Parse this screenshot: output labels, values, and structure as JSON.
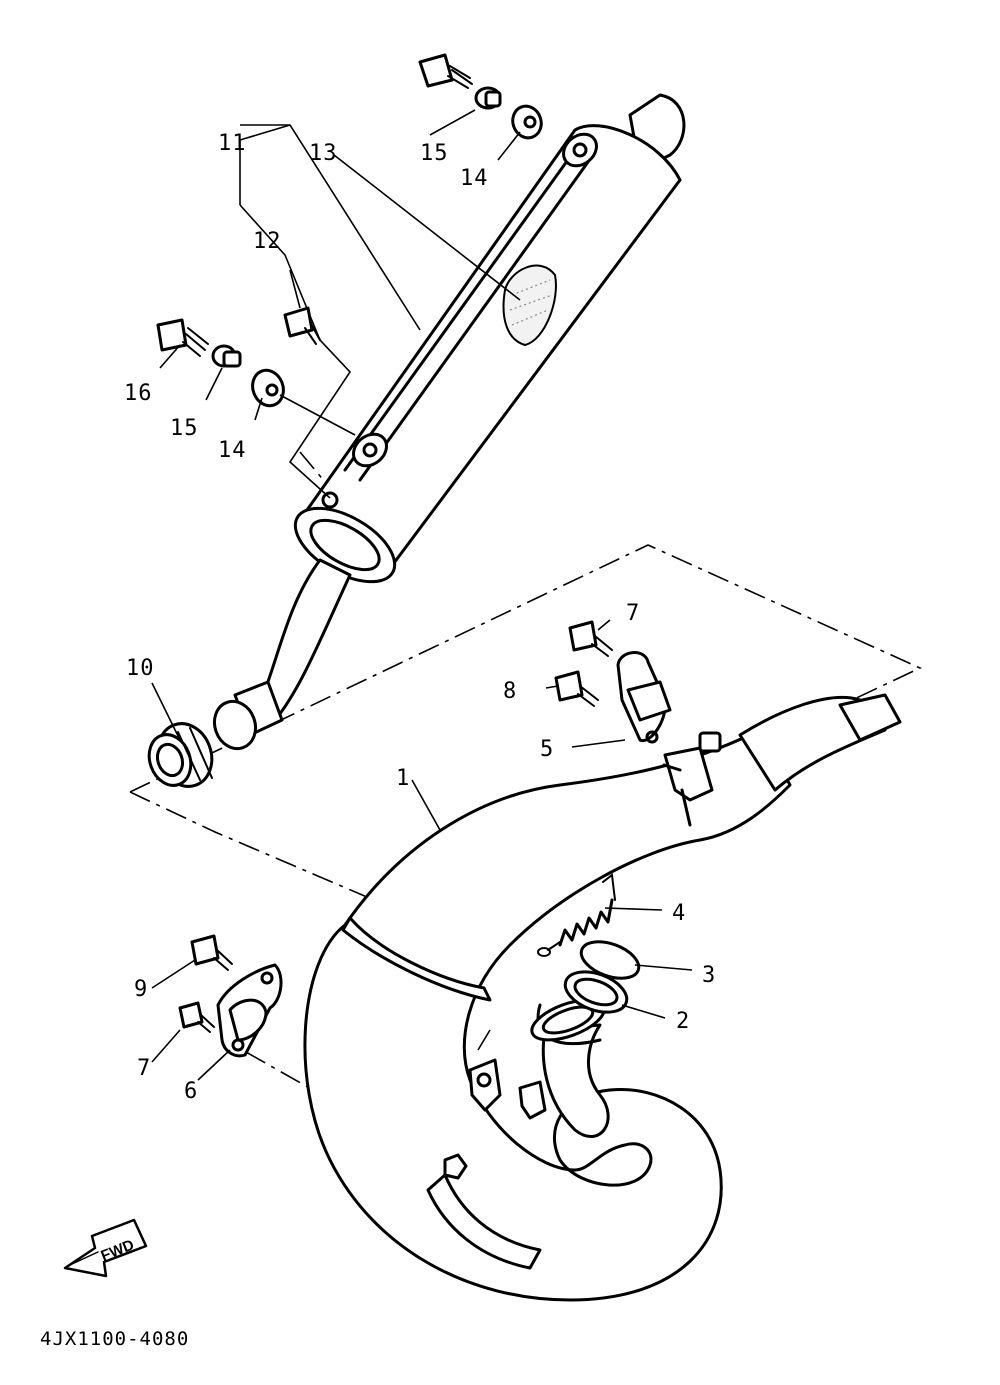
{
  "diagram": {
    "part_code": "4JX1100-4080",
    "direction_label": "FWD",
    "callouts": [
      {
        "id": "c1",
        "text": "1"
      },
      {
        "id": "c2",
        "text": "2"
      },
      {
        "id": "c3",
        "text": "3"
      },
      {
        "id": "c4",
        "text": "4"
      },
      {
        "id": "c5",
        "text": "5"
      },
      {
        "id": "c6",
        "text": "6"
      },
      {
        "id": "c7a",
        "text": "7"
      },
      {
        "id": "c7b",
        "text": "7"
      },
      {
        "id": "c8",
        "text": "8"
      },
      {
        "id": "c9",
        "text": "9"
      },
      {
        "id": "c10",
        "text": "10"
      },
      {
        "id": "c11",
        "text": "11"
      },
      {
        "id": "c12",
        "text": "12"
      },
      {
        "id": "c13",
        "text": "13"
      },
      {
        "id": "c14a",
        "text": "14"
      },
      {
        "id": "c14b",
        "text": "14"
      },
      {
        "id": "c15a",
        "text": "15"
      },
      {
        "id": "c15b",
        "text": "15"
      },
      {
        "id": "c16",
        "text": "16"
      }
    ]
  }
}
